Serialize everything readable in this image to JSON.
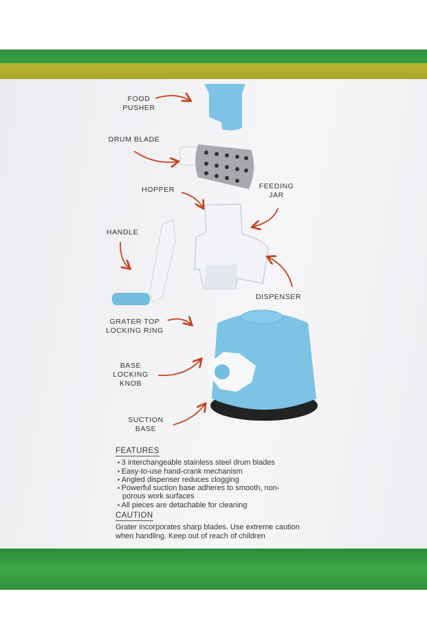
{
  "labels": {
    "food_pusher": [
      "FOOD",
      "PUSHER"
    ],
    "drum_blade": "DRUM BLADE",
    "hopper": "HOPPER",
    "feeding_jar": [
      "FEEDING",
      "JAR"
    ],
    "handle": "HANDLE",
    "dispenser": "DISPENSER",
    "grater_top_locking_ring": [
      "GRATER TOP",
      "LOCKING RING"
    ],
    "base_locking_knob": [
      "BASE",
      "LOCKING",
      "KNOB"
    ],
    "suction_base": [
      "SUCTION",
      "BASE"
    ]
  },
  "features": {
    "heading": "FEATURES",
    "items": [
      "3 interchangeable stainless steel drum blades",
      "Easy-to-use hand-crank mechanism",
      "Angled dispenser reduces clogging",
      "Powerful suction base adheres to smooth, non-porous work surfaces",
      "All pieces are detachable for cleaning"
    ]
  },
  "caution": {
    "heading": "CAUTION",
    "text": "Grater incorporates sharp blades. Use extreme caution when handling. Keep out of reach of children"
  },
  "colors": {
    "green": "#3aa245",
    "olive": "#b3af30",
    "product_blue": "#7cc3e6",
    "arrow": "#c8401a"
  }
}
